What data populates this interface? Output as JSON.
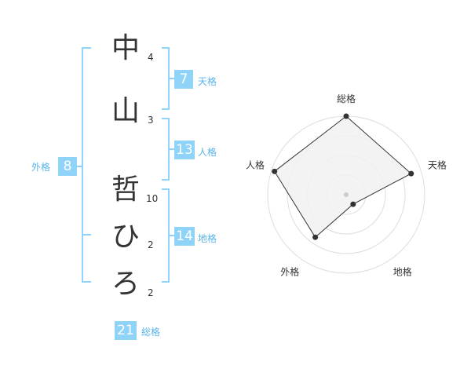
{
  "name": {
    "characters": [
      {
        "char": "中",
        "strokes": "4"
      },
      {
        "char": "山",
        "strokes": "3"
      },
      {
        "char": "哲",
        "strokes": "10"
      },
      {
        "char": "ひ",
        "strokes": "2"
      },
      {
        "char": "ろ",
        "strokes": "2"
      }
    ]
  },
  "kaku": {
    "tenkaku": {
      "value": "7",
      "label": "天格"
    },
    "jinkaku": {
      "value": "13",
      "label": "人格"
    },
    "chikaku": {
      "value": "14",
      "label": "地格"
    },
    "gaikaku": {
      "value": "8",
      "label": "外格"
    },
    "soukaku": {
      "value": "21",
      "label": "総格"
    }
  },
  "colors": {
    "accent": "#8fd3f8",
    "label_text": "#5ab4e8",
    "text": "#333333",
    "radar_fill": "#f1f1f1",
    "radar_line": "#333333",
    "ring": "#dddddd"
  },
  "chart_data": {
    "type": "radar",
    "axes": [
      "総格",
      "天格",
      "地格",
      "外格",
      "人格"
    ],
    "rings": 4,
    "values_fraction": [
      1.0,
      0.87,
      0.15,
      0.67,
      0.96
    ],
    "grid": true
  }
}
